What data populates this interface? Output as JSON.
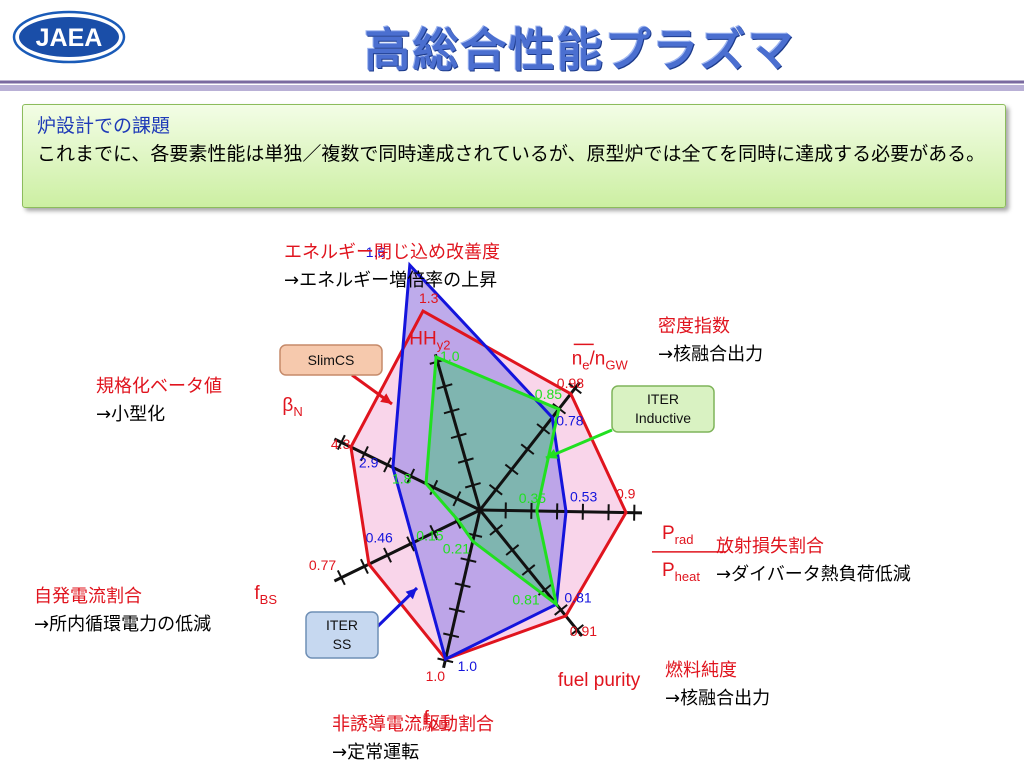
{
  "header": {
    "logo_text": "JAEA",
    "title": "高総合性能プラズマ"
  },
  "infobox": {
    "title": "炉設計での課題",
    "body": "これまでに、各要素性能は単独／複数で同時達成されているが、原型炉では全てを同時に達成する必要がある。"
  },
  "chart_data": {
    "type": "radar",
    "title": "",
    "axes": [
      {
        "label": "HH",
        "sub": "y2",
        "annotation": [
          "エネルギー閉じ込め改善度",
          "→エネルギー増倍率の上昇"
        ]
      },
      {
        "label": "n",
        "sub": "e",
        "label2": "/n",
        "sub2": "GW",
        "annotation": [
          "密度指数",
          "→核融合出力"
        ]
      },
      {
        "label_num": "P",
        "sub_num": "rad",
        "label_den": "P",
        "sub_den": "heat",
        "annotation": [
          "放射損失割合",
          "→ダイバータ熱負荷低減"
        ]
      },
      {
        "label": "fuel purity",
        "annotation": [
          "燃料純度",
          "→核融合出力"
        ]
      },
      {
        "label": "f",
        "sub": "CD",
        "annotation": [
          "非誘導電流駆動割合",
          "→定常運転"
        ]
      },
      {
        "label": "f",
        "sub": "BS",
        "annotation": [
          "自発電流割合",
          "→所内循環電力の低減"
        ]
      },
      {
        "label": "β",
        "sub": "N",
        "annotation": [
          "規格化ベータ値",
          "→小型化"
        ]
      }
    ],
    "series": [
      {
        "name": "SlimCS",
        "color": "#e0141e",
        "fill": "#f9d5ea",
        "values": [
          1.3,
          0.98,
          0.9,
          0.91,
          1.0,
          0.77,
          4.3
        ],
        "value_labels": [
          "1.3",
          "0.98",
          "0.9",
          "0.91",
          "1.0",
          "0.77",
          "4.3"
        ]
      },
      {
        "name": "ITER SS",
        "color": "#1414dc",
        "fill": "#b39ce8",
        "values": [
          1.6,
          0.78,
          0.53,
          0.81,
          1.0,
          0.46,
          2.9
        ],
        "value_labels": [
          "1.6",
          "0.78",
          "0.53",
          "0.81",
          "1.0",
          "0.46",
          "2.9"
        ]
      },
      {
        "name": "ITER Inductive",
        "color": "#21e021",
        "fill": "#74b7a6",
        "values": [
          1.0,
          0.85,
          0.35,
          0.81,
          0.21,
          0.15,
          1.8
        ],
        "value_labels": [
          "1.0",
          "0.85",
          "0.35",
          "0.81",
          "0.21",
          "0.15",
          "1.8"
        ]
      }
    ],
    "callouts": [
      {
        "text": "SlimCS",
        "series": "SlimCS"
      },
      {
        "text": "ITER\nInductive",
        "series": "ITER Inductive"
      },
      {
        "text": "ITER\nSS",
        "series": "ITER SS"
      }
    ],
    "colors": {
      "annotation": "#e0141e",
      "axis": "#111111"
    }
  }
}
